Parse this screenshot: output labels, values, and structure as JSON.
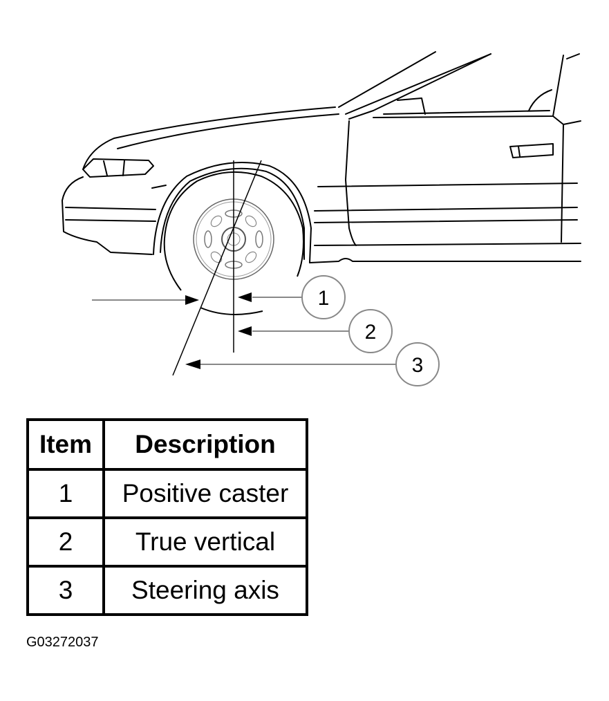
{
  "callouts": [
    "1",
    "2",
    "3"
  ],
  "table": {
    "headers": [
      "Item",
      "Description"
    ],
    "rows": [
      {
        "item": "1",
        "description": "Positive caster"
      },
      {
        "item": "2",
        "description": "True vertical"
      },
      {
        "item": "3",
        "description": "Steering axis"
      }
    ]
  },
  "figure_id": "G03272037"
}
